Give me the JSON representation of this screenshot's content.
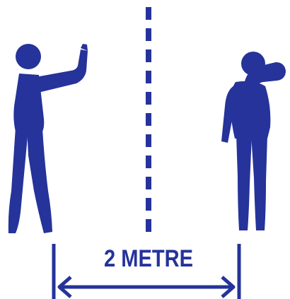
{
  "distance_label": "2 METRE",
  "colors": {
    "figure": "#25339a",
    "background": "#ffffff"
  },
  "icons": [
    "person-stop-gesture-icon",
    "person-coughing-icon",
    "dashed-divider-line",
    "distance-arrow"
  ]
}
